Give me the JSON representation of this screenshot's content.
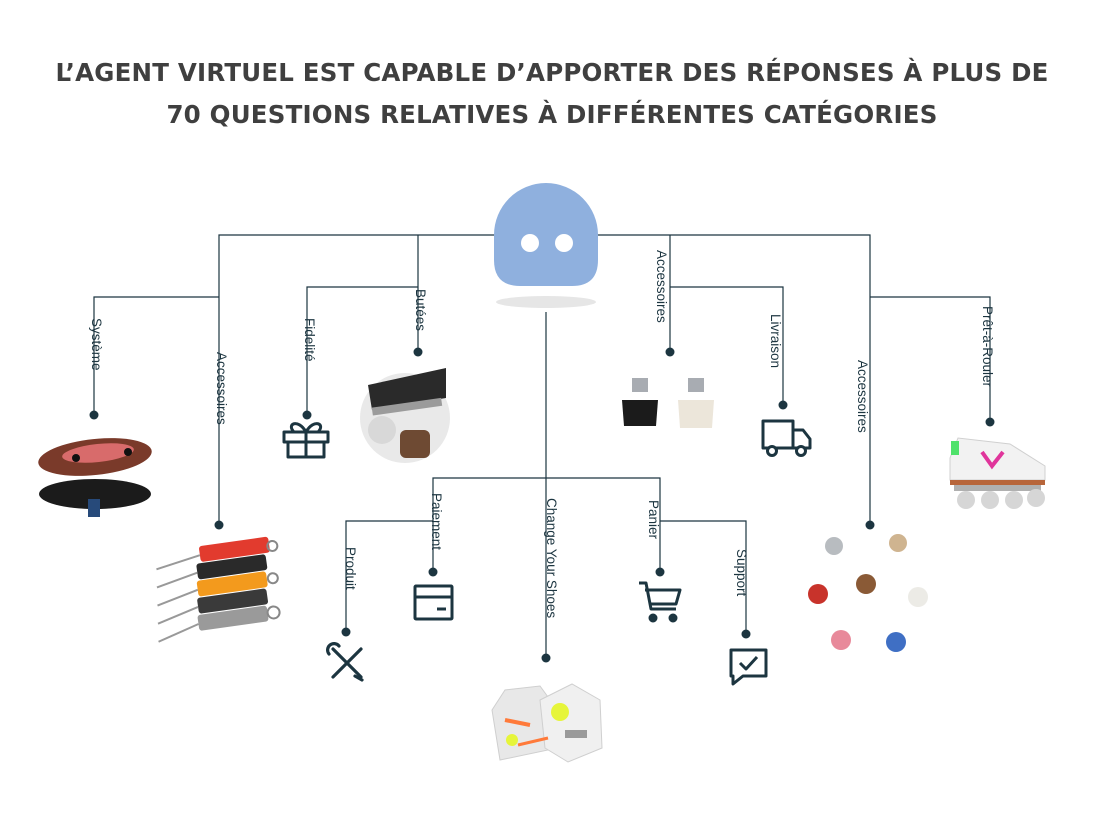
{
  "title": {
    "line1": "L’AGENT VIRTUEL EST CAPABLE D’APPORTER DES RÉPONSES À PLUS DE",
    "line2": "70 QUESTIONS RELATIVES À DIFFÉRENTES CATÉGORIES"
  },
  "categories": {
    "systeme": "Système",
    "accessoires_left": "Accessoires",
    "fidelite": "Fidelité",
    "butees": "Butées",
    "accessoires_mid": "Accessoires",
    "livraison": "Livraison",
    "accessoires_right": "Accessoires",
    "pret_a_rouler": "Prêt-à-Rouler",
    "paiement": "Paiement",
    "change_your_shoes": "Change Your Shoes",
    "panier": "Panier",
    "produit": "Produit",
    "support": "Support"
  },
  "colors": {
    "line": "#1c3540",
    "avatar": "#8fb0de",
    "title": "#3f3f3f"
  },
  "icons": [
    "robot-avatar-icon",
    "gift-icon",
    "truck-icon",
    "credit-card-icon",
    "shopping-cart-icon",
    "tools-icon",
    "support-chat-icon"
  ]
}
